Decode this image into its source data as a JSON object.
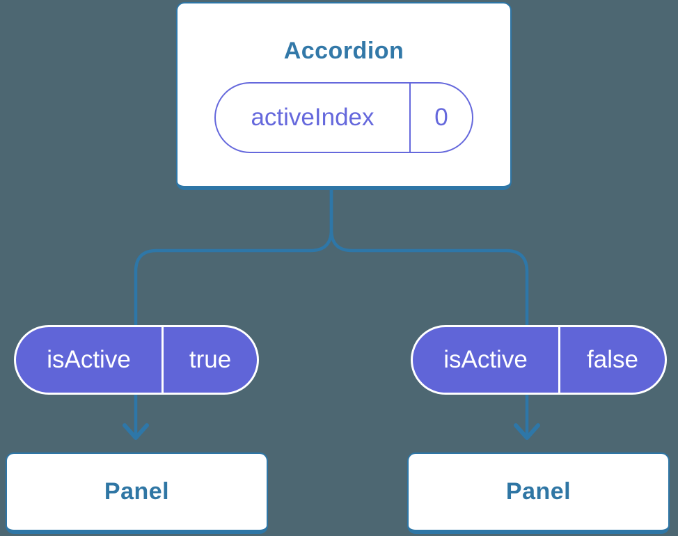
{
  "diagram": {
    "type": "component-tree",
    "colors": {
      "background": "#4D6772",
      "connector": "#2E77A8",
      "pill_fill": "#6065D8",
      "pill_outline": "#6568DC",
      "card_border": "#2E76A6",
      "heading_text": "#3278A8"
    },
    "root": {
      "title": "Accordion",
      "state": {
        "name": "activeIndex",
        "value": "0"
      }
    },
    "children": [
      {
        "prop": {
          "name": "isActive",
          "value": "true"
        },
        "label": "Panel"
      },
      {
        "prop": {
          "name": "isActive",
          "value": "false"
        },
        "label": "Panel"
      }
    ]
  }
}
